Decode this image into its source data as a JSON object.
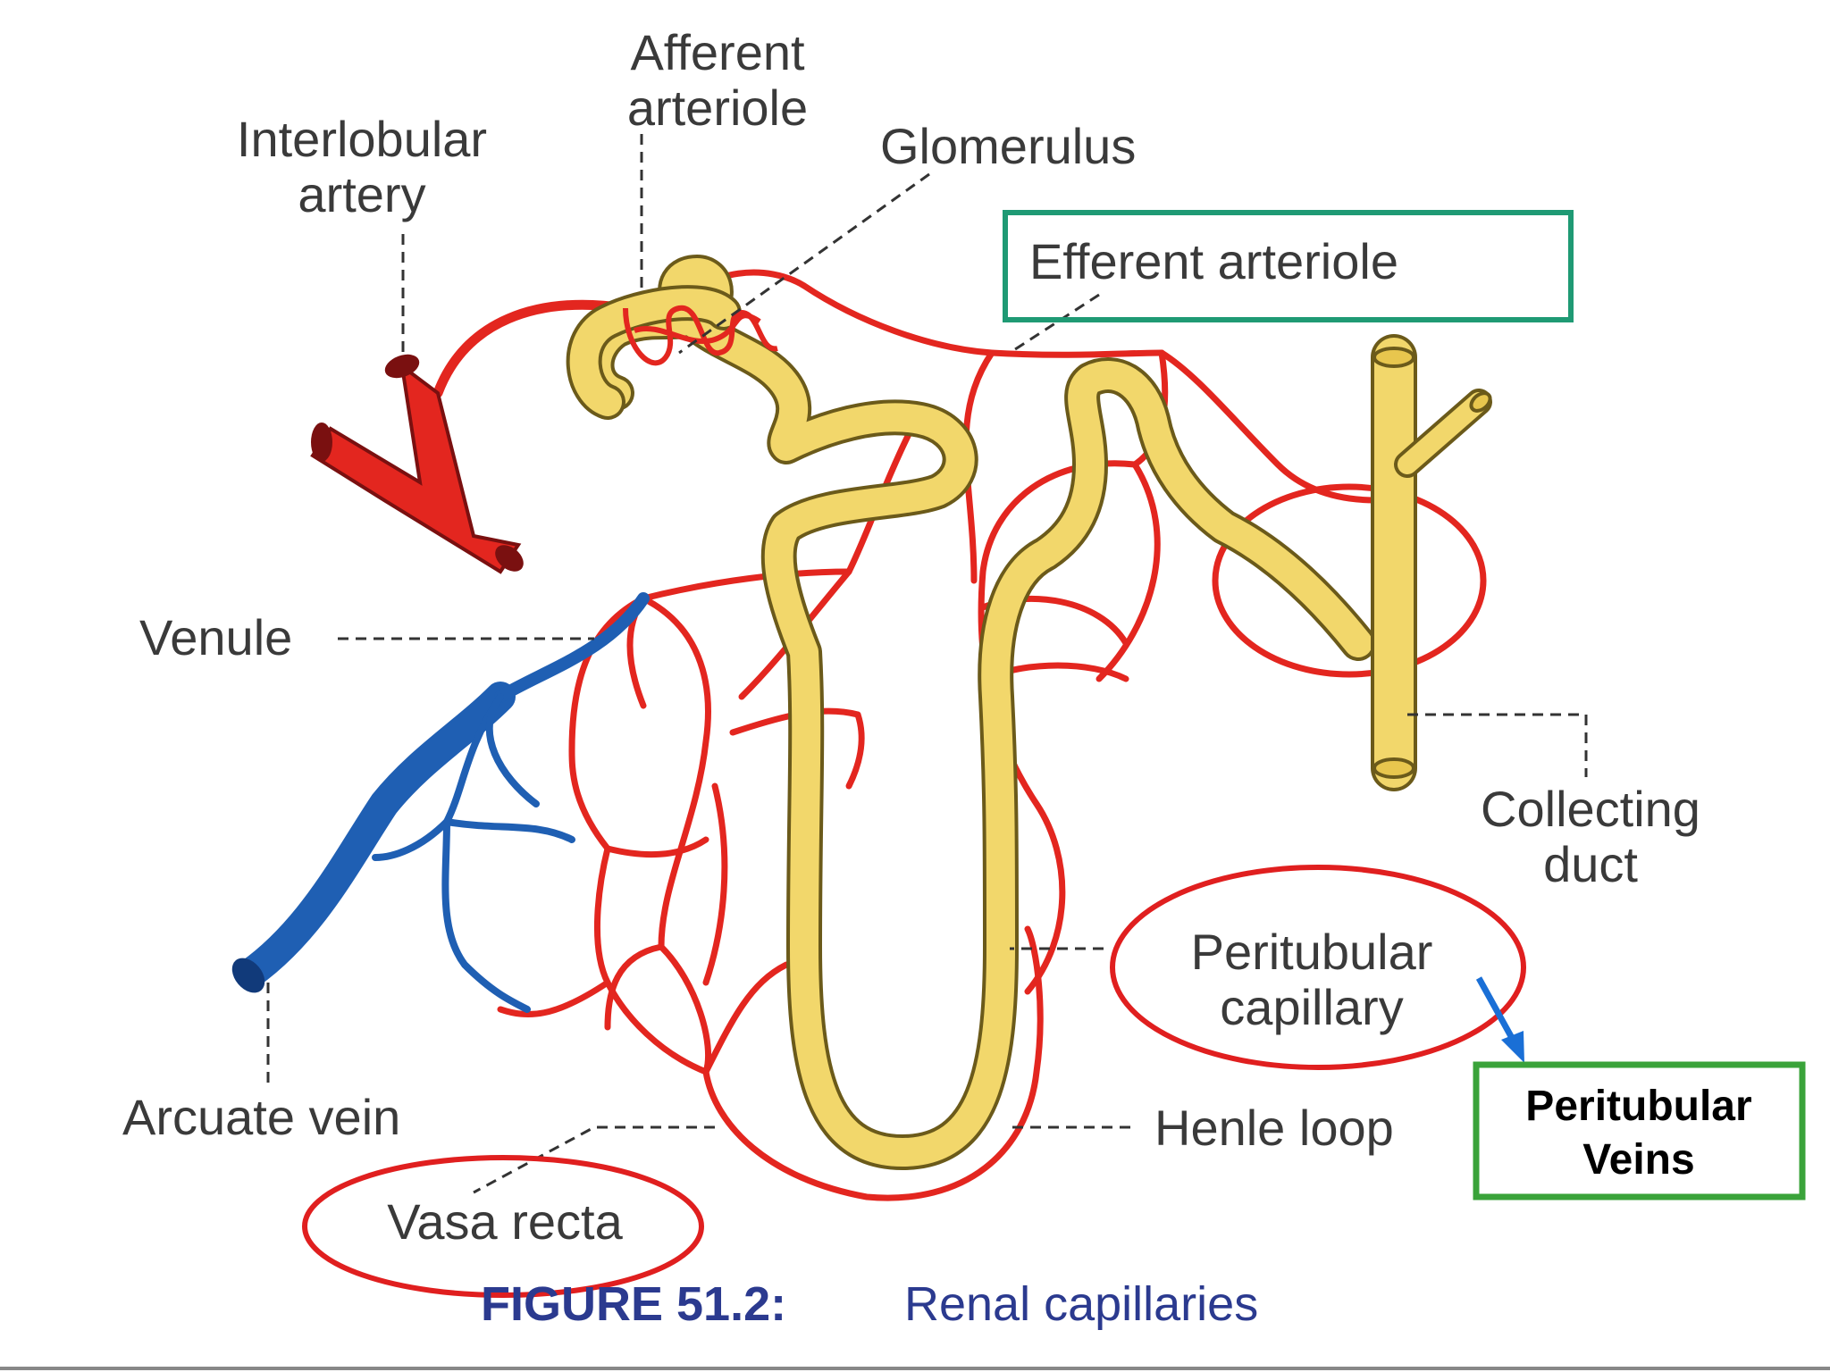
{
  "labels": {
    "afferent_1": "Afferent",
    "afferent_2": "arteriole",
    "interlobular_1": "Interlobular",
    "interlobular_2": "artery",
    "glomerulus": "Glomerulus",
    "efferent": "Efferent arteriole",
    "venule": "Venule",
    "collecting_1": "Collecting",
    "collecting_2": "duct",
    "peritubular_1": "Peritubular",
    "peritubular_2": "capillary",
    "arcuate": "Arcuate vein",
    "henle": "Henle loop",
    "vasa": "Vasa recta"
  },
  "annotation": {
    "line1": "Peritubular",
    "line2": "Veins"
  },
  "caption": {
    "figure": "FIGURE 51.2:",
    "title": "Renal capillaries"
  },
  "colors": {
    "artery_red": "#e3261f",
    "vein_blue": "#1f5fb3",
    "tubule_yellow": "#f2d76b",
    "tubule_outline": "#6b5a1a",
    "teal_box": "#1f9a74",
    "green_box": "#3aa33a",
    "highlight_red": "#e01f1f",
    "arrow_blue": "#1a6fd6"
  }
}
